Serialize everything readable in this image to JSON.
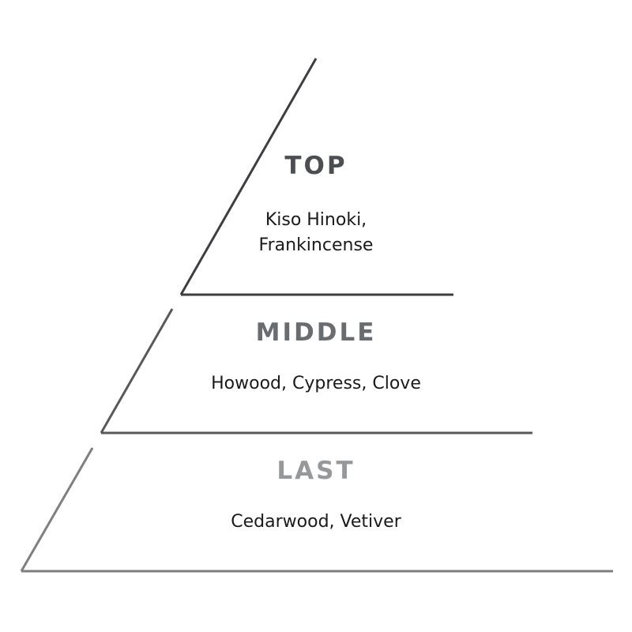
{
  "pyramid": {
    "tiers": [
      {
        "key": "top",
        "title": "TOP",
        "notes": "Kiso Hinoki,\nFrankincense",
        "title_color": "#4b4f53",
        "line_color": "#3c3f42"
      },
      {
        "key": "middle",
        "title": "MIDDLE",
        "notes": "Howood, Cypress, Clove",
        "title_color": "#6a6d70",
        "line_color": "#58595b"
      },
      {
        "key": "last",
        "title": "LAST",
        "notes": "Cedarwood, Vetiver",
        "title_color": "#96999c",
        "line_color": "#7d7f82"
      }
    ]
  }
}
